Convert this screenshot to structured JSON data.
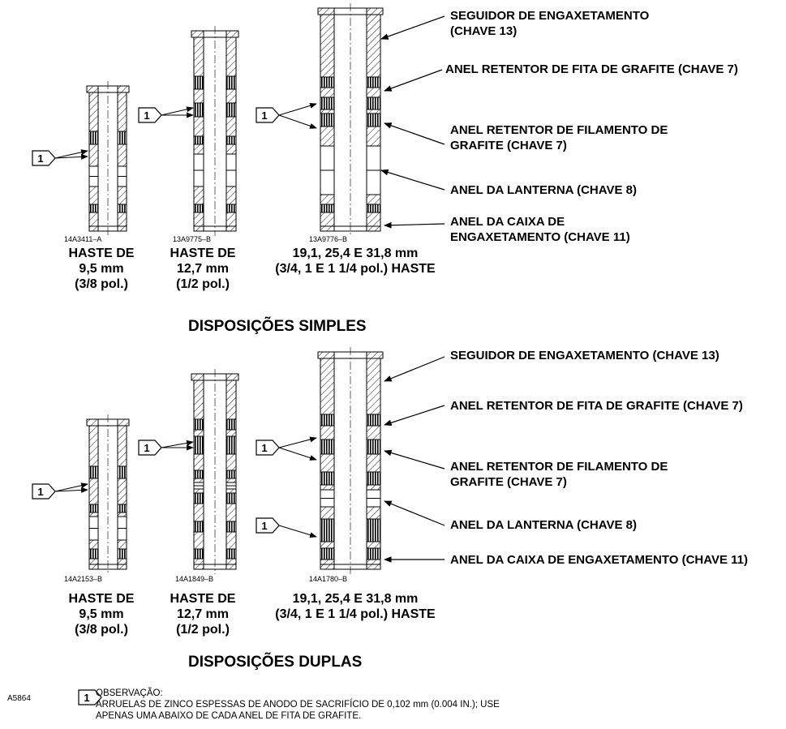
{
  "note_marker": "1",
  "top_section": {
    "title": "DISPOSIÇÕES SIMPLES",
    "callouts": [
      {
        "lines": [
          "SEGUIDOR  DE    ENGAXETAMENTO",
          "(CHAVE 13)"
        ]
      },
      {
        "lines": [
          "ANEL RETENTOR DE FITA DE GRAFITE (CHAVE 7)"
        ]
      },
      {
        "lines": [
          "ANEL RETENTOR DE FILAMENTO DE",
          "GRAFITE (CHAVE 7)"
        ]
      },
      {
        "lines": [
          "ANEL DA LANTERNA (CHAVE 8)"
        ]
      },
      {
        "lines": [
          "ANEL DA CAIXA DE",
          "ENGAXETAMENTO (CHAVE 11)"
        ]
      }
    ],
    "drawings": [
      {
        "number": "14A3411–A",
        "caption": [
          "HASTE DE",
          "9,5 mm",
          "(3/8 pol.)"
        ]
      },
      {
        "number": "13A9775–B",
        "caption": [
          "HASTE DE",
          "12,7 mm",
          "(1/2 pol.)"
        ]
      },
      {
        "number": "13A9776–B",
        "caption": [
          "19,1, 25,4 E 31,8 mm",
          "(3/4, 1 E 1 1/4 pol.) HASTE"
        ]
      }
    ]
  },
  "bottom_section": {
    "title": "DISPOSIÇÕES DUPLAS",
    "callouts": [
      {
        "lines": [
          "SEGUIDOR DE ENGAXETAMENTO (CHAVE 13)"
        ]
      },
      {
        "lines": [
          "ANEL RETENTOR DE FITA DE GRAFITE (CHAVE 7)"
        ]
      },
      {
        "lines": [
          "ANEL RETENTOR DE FILAMENTO DE",
          "GRAFITE (CHAVE 7)"
        ]
      },
      {
        "lines": [
          "ANEL DA LANTERNA (CHAVE 8)"
        ]
      },
      {
        "lines": [
          "ANEL DA CAIXA DE ENGAXETAMENTO (CHAVE 11)"
        ]
      }
    ],
    "drawings": [
      {
        "number": "14A2153–B",
        "caption": [
          "HASTE DE",
          "9,5 mm",
          "(3/8 pol.)"
        ]
      },
      {
        "number": "14A1849–B",
        "caption": [
          "HASTE DE",
          "12,7 mm",
          "(1/2 pol.)"
        ]
      },
      {
        "number": "14A1780–B",
        "caption": [
          "19,1, 25,4 E 31,8 mm",
          "(3/4, 1 E 1 1/4 pol.) HASTE"
        ]
      }
    ]
  },
  "footer": {
    "figure_id": "A5864",
    "note_title": "OBSERVAÇÃO:",
    "note_lines": [
      "ARRUELAS DE ZINCO ESPESSAS DE ANODO DE SACRIFÍCIO DE 0,102 mm (0.004 IN.); USE",
      "APENAS UMA ABAIXO DE CADA ANEL DE FITA DE GRAFITE."
    ]
  }
}
